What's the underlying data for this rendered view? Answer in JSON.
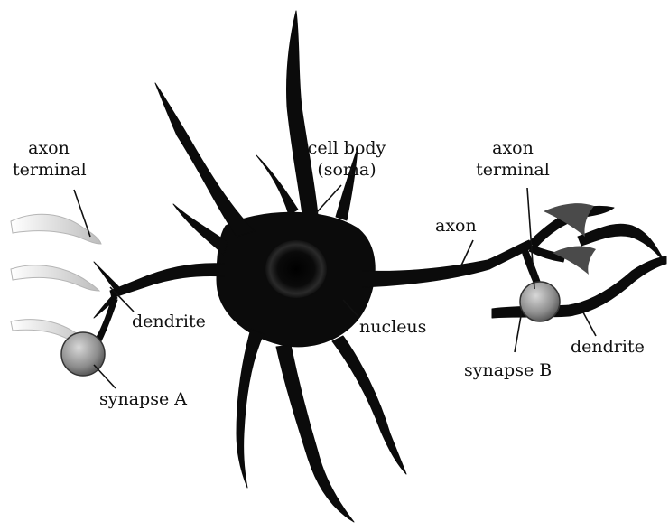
{
  "labels": {
    "axon_terminal_left": [
      "axon",
      "terminal"
    ],
    "dendrite_left": "dendrite",
    "synapse_a": "synapse A",
    "cell_body": [
      "cell body",
      "(soma)"
    ],
    "nucleus": "nucleus",
    "axon": "axon",
    "axon_terminal_right": [
      "axon",
      "terminal"
    ],
    "synapse_b": "synapse B",
    "dendrite_right": "dendrite"
  },
  "colors": {
    "neuron": "#0b0b0b",
    "ghost": "#cfcfcf",
    "synapse_fill": "#9a9a9a",
    "leader_line": "#111111"
  }
}
